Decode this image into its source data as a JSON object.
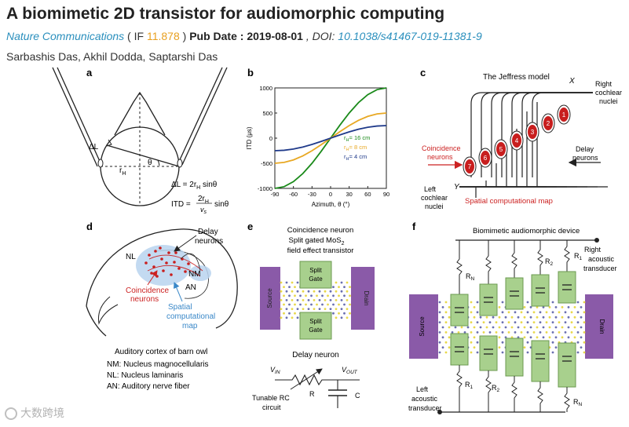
{
  "header": {
    "title": "A biomimetic 2D transistor for audiomorphic computing",
    "journal": "Nature Communications",
    "if_open": " ( IF ",
    "impact_factor": "11.878",
    "if_close": " ) ",
    "pub_date_label": "Pub Date : ",
    "pub_date": "2019-08-01",
    "doi_label": " , DOI: ",
    "doi": "10.1038/s41467-019-11381-9",
    "authors": "Sarbashis Das, Akhil Dodda, Saptarshi Das"
  },
  "panels": {
    "a": {
      "label": "a",
      "dL": "ΔL",
      "rH": "r",
      "rH_sub": "H",
      "theta": "θ",
      "eq1": "ΔL = 2r",
      "eq1_tail": " sinθ",
      "eq2_left": "ITD =",
      "eq2_num": "2r",
      "eq2_den": "v",
      "eq2_den_sub": "s",
      "eq2_tail": "sinθ"
    },
    "b": {
      "label": "b",
      "ylabel": "ITD (μs)",
      "xlabel": "Azimuth, θ (°)"
    },
    "c": {
      "label": "c",
      "title": "The Jeffress model",
      "x_mark": "X",
      "y_mark": "Y",
      "right_nuclei": [
        "Right",
        "cochlear",
        "nuclei"
      ],
      "left_nuclei": [
        "Left",
        "cochlear",
        "nuclei"
      ],
      "coincidence": [
        "Coincidence",
        "neurons"
      ],
      "delay": [
        "Delay",
        "neurons"
      ],
      "spatial_map": "Spatial computational map",
      "neuron_numbers": [
        "1",
        "2",
        "3",
        "4",
        "5",
        "6",
        "7"
      ]
    },
    "d": {
      "label": "d",
      "nl": "NL",
      "nm": "NM",
      "an": "AN",
      "delay": [
        "Delay",
        "neurons"
      ],
      "coincidence": [
        "Coincidence",
        "neurons"
      ],
      "spatial": [
        "Spatial",
        "computational",
        "map"
      ],
      "caption": "Auditory cortex of barn owl",
      "legend": [
        "NM: Nucleus magnocellularis",
        "NL: Nucleus laminaris",
        "AN: Auditory nerve fiber"
      ]
    },
    "e": {
      "label": "e",
      "title": [
        "Coincidence neuron",
        "Split gated MoS",
        "field effect transistor"
      ],
      "title_sub": "2",
      "split_gate": [
        "Split",
        "Gate"
      ],
      "source": "Source",
      "drain": "Drain",
      "delay": "Delay neuron",
      "vin": "V",
      "vin_sub": "IN",
      "vout": "V",
      "vout_sub": "OUT",
      "r": "R",
      "c": "C",
      "tunable": [
        "Tunable RC",
        "circuit"
      ]
    },
    "f": {
      "label": "f",
      "title": "Biomimetic audiomorphic device",
      "right": [
        "Right",
        "acoustic",
        "transducer"
      ],
      "left": [
        "Left",
        "acoustic",
        "transducer"
      ],
      "source": "Source",
      "drain": "Drain",
      "rn": "R",
      "rn_sub": "N",
      "r1": "R",
      "r1_sub": "1",
      "r2": "R",
      "r2_sub": "2"
    }
  },
  "chart_data": {
    "type": "line",
    "xlabel": "Azimuth, θ (°)",
    "ylabel": "ITD (μs)",
    "xlim": [
      -90,
      90
    ],
    "ylim": [
      -1000,
      1000
    ],
    "xticks": [
      -90,
      -60,
      -30,
      0,
      30,
      60,
      90
    ],
    "yticks": [
      -1000,
      -500,
      0,
      500,
      1000
    ],
    "grid": false,
    "legend_position": "right",
    "x": [
      -90,
      -75,
      -60,
      -45,
      -30,
      -15,
      0,
      15,
      30,
      45,
      60,
      75,
      90
    ],
    "series": [
      {
        "name": "r_H = 16 cm",
        "color": "#1a8a1a",
        "values": [
          -1000,
          -966,
          -866,
          -707,
          -500,
          -259,
          0,
          259,
          500,
          707,
          866,
          966,
          1000
        ]
      },
      {
        "name": "r_H = 8 cm",
        "color": "#e8a823",
        "values": [
          -500,
          -483,
          -433,
          -354,
          -250,
          -129,
          0,
          129,
          250,
          354,
          433,
          483,
          500
        ]
      },
      {
        "name": "r_H = 4 cm",
        "color": "#1f3a8a",
        "values": [
          -250,
          -241,
          -217,
          -177,
          -125,
          -65,
          0,
          65,
          125,
          177,
          217,
          241,
          250
        ]
      }
    ],
    "legend_labels": [
      "= 16 cm",
      "= 8 cm",
      "= 4 cm"
    ],
    "legend_prefix": "r",
    "legend_prefix_sub": "H"
  },
  "watermark": "大数跨境",
  "colors": {
    "link": "#2a8fbd",
    "if": "#e8a020",
    "red": "#cc2222",
    "green_block": "#a8d08d",
    "purple": "#8a5aa8"
  }
}
